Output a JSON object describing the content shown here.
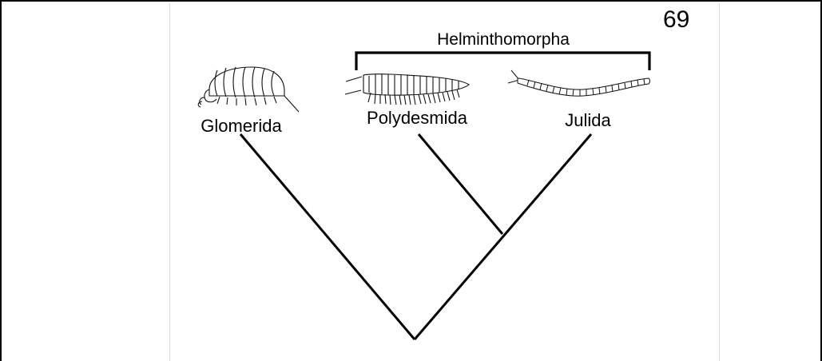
{
  "page_number": "69",
  "clade_label": "Helminthomorpha",
  "taxa": {
    "glomerida": "Glomerida",
    "polydesmida": "Polydesmida",
    "julida": "Julida"
  },
  "icons": {
    "glomerida": "pill-millipede-icon",
    "polydesmida": "flat-backed-millipede-icon",
    "julida": "cylindrical-millipede-icon"
  }
}
